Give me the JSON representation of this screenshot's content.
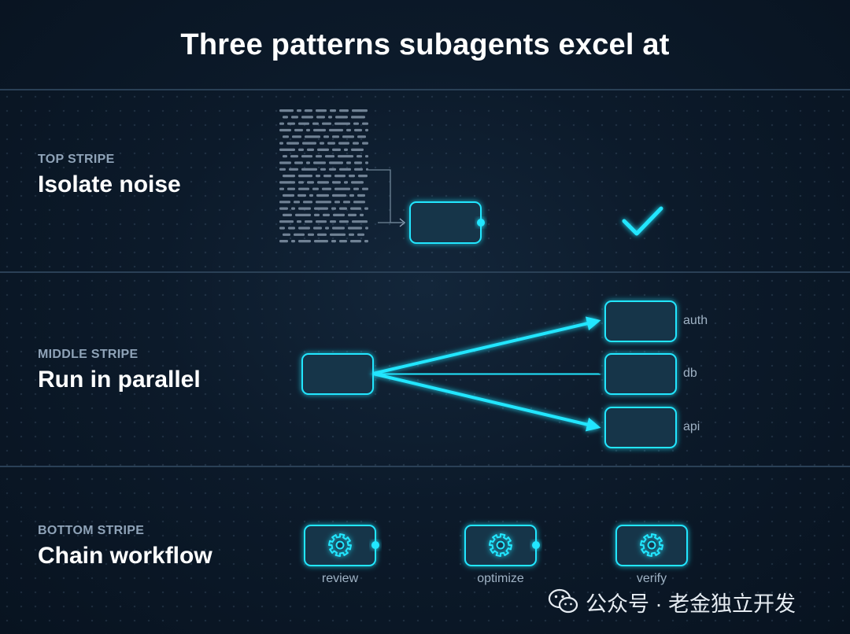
{
  "title": "Three patterns subagents excel at",
  "colors": {
    "accent": "#22e6ff",
    "background": "#0c1a2a",
    "muted": "#8fa3b8"
  },
  "stripes": [
    {
      "label": "TOP STRIPE",
      "title": "Isolate noise"
    },
    {
      "label": "MIDDLE STRIPE",
      "title": "Run in parallel",
      "targets": [
        "auth",
        "db",
        "api"
      ]
    },
    {
      "label": "BOTTOM STRIPE",
      "title": "Chain workflow",
      "steps": [
        "review",
        "optimize",
        "verify"
      ]
    }
  ],
  "icons": [
    "document-lines-icon",
    "check-icon",
    "gear-icon",
    "wechat-icon"
  ],
  "watermark": {
    "text": "公众号 · 老金独立开发"
  }
}
